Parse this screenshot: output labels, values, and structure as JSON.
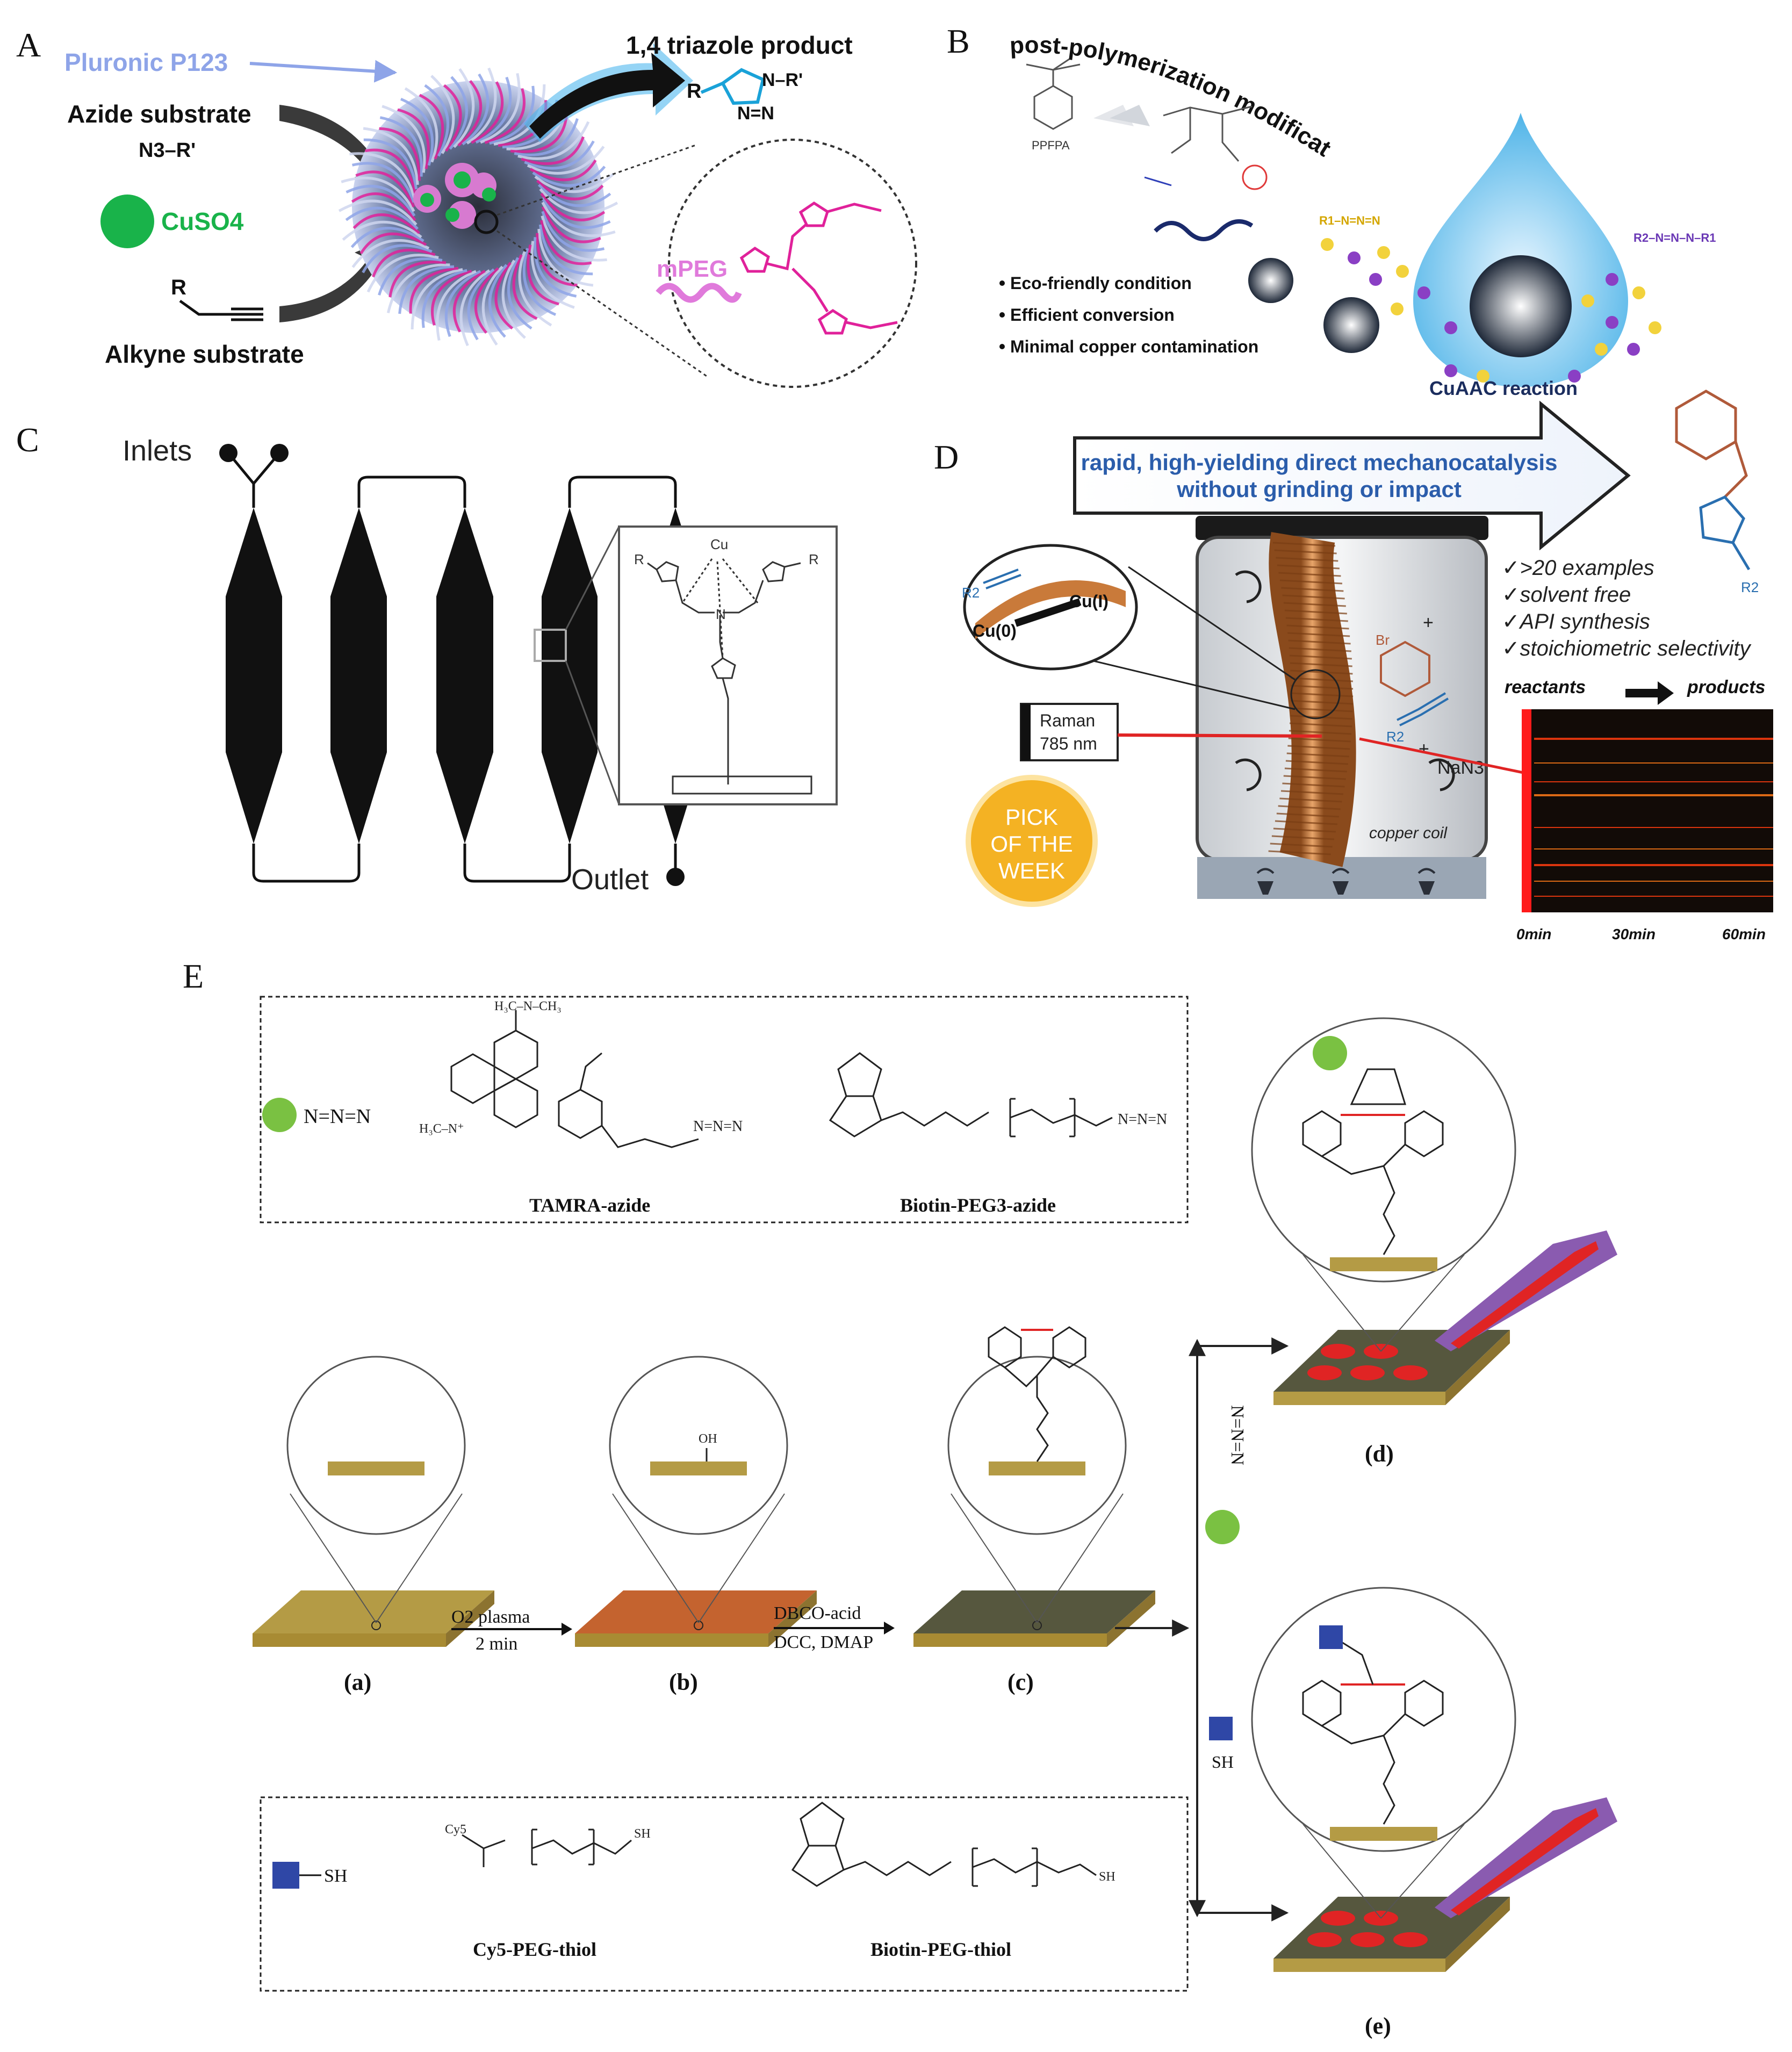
{
  "panels": {
    "A": {
      "letter": "A",
      "pluronic": "Pluronic P123",
      "product": "1,4 triazole product",
      "azide": "Azide substrate",
      "azide_formula": "N3–R'",
      "cuso4": "CuSO4",
      "alkyne": "Alkyne substrate",
      "mpeg": "mPEG",
      "r_label": "R",
      "prod_r": "R",
      "prod_n": "N–R'",
      "prod_nn": "N=N"
    },
    "B": {
      "letter": "B",
      "title": "post-polymerization modification",
      "ppfpa": "PPFPA",
      "bullets": [
        "Eco-friendly condition",
        "Efficient conversion",
        "Minimal copper contamination"
      ],
      "cuaac": "CuAAC reaction",
      "azide_label": "R1–N=N=N",
      "product_label": "R2–N=N–N–R1"
    },
    "C": {
      "letter": "C",
      "inlets": "Inlets",
      "outlet": "Outlet",
      "cu": "Cu",
      "n_label": "N",
      "r_label": "R"
    },
    "D": {
      "letter": "D",
      "banner_line1": "rapid, high-yielding direct mechanocatalysis",
      "banner_line2": "without grinding or impact",
      "checks": [
        "✓>20 examples",
        "✓solvent free",
        "✓API synthesis",
        "✓stoichiometric selectivity"
      ],
      "reactants": "reactants",
      "products": "products",
      "cu0": "Cu(0)",
      "cu1": "Cu(I)",
      "raman1": "Raman",
      "raman2": "785 nm",
      "pick1": "PICK",
      "pick2": "OF THE",
      "pick3": "WEEK",
      "nan3": "NaN3",
      "coil": "copper coil",
      "r2": "R2",
      "br": "Br",
      "t0": "0min",
      "t30": "30min",
      "t60": "60min"
    },
    "E": {
      "letter": "E",
      "azide_formula": "N=N=N",
      "tamra": "TAMRA-azide",
      "biotin_azide": "Biotin-PEG3-azide",
      "thiol_formula": "SH",
      "cy5_thiol": "Cy5-PEG-thiol",
      "biotin_thiol": "Biotin-PEG-thiol",
      "cy5": "Cy5",
      "step1_top": "O2 plasma",
      "step1_bottom": "2 min",
      "step2_top": "DBCO-acid",
      "step2_bottom": "DCC, DMAP",
      "oh": "OH",
      "labels": [
        "(a)",
        "(b)",
        "(c)",
        "(d)",
        "(e)"
      ],
      "vert_azide": "N=N=N",
      "vert_sh": "SH"
    }
  },
  "colors": {
    "pluronic": "#8ea4e8",
    "cuso4": "#19b34a",
    "triazole_blue": "#1aa2d8",
    "magenta": "#e0219a",
    "banner_blue": "#2b5dab",
    "gold": "#b49b45",
    "plasma": "#c4632f",
    "dark_olive": "#56573e",
    "purple": "#8a5bb0",
    "spot_red": "#e02424",
    "navy": "#2f47a6",
    "pick_yellow": "#f4b223"
  }
}
